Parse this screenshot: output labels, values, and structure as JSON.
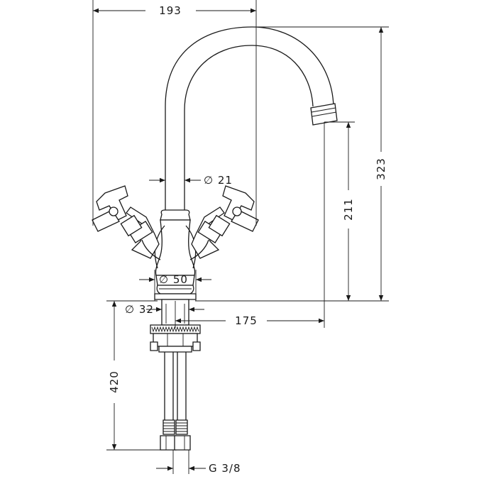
{
  "drawing": {
    "colors": {
      "line": "#1a1a1a",
      "background": "#ffffff"
    },
    "dimensions": {
      "overall_reach": "193",
      "spout_diameter": "∅ 21",
      "body_diameter": "∅ 50",
      "base_diameter": "∅ 32",
      "spout_projection": "175",
      "hose_length": "420",
      "total_height": "323",
      "spout_height": "211",
      "connection_thread": "G 3/8"
    }
  }
}
